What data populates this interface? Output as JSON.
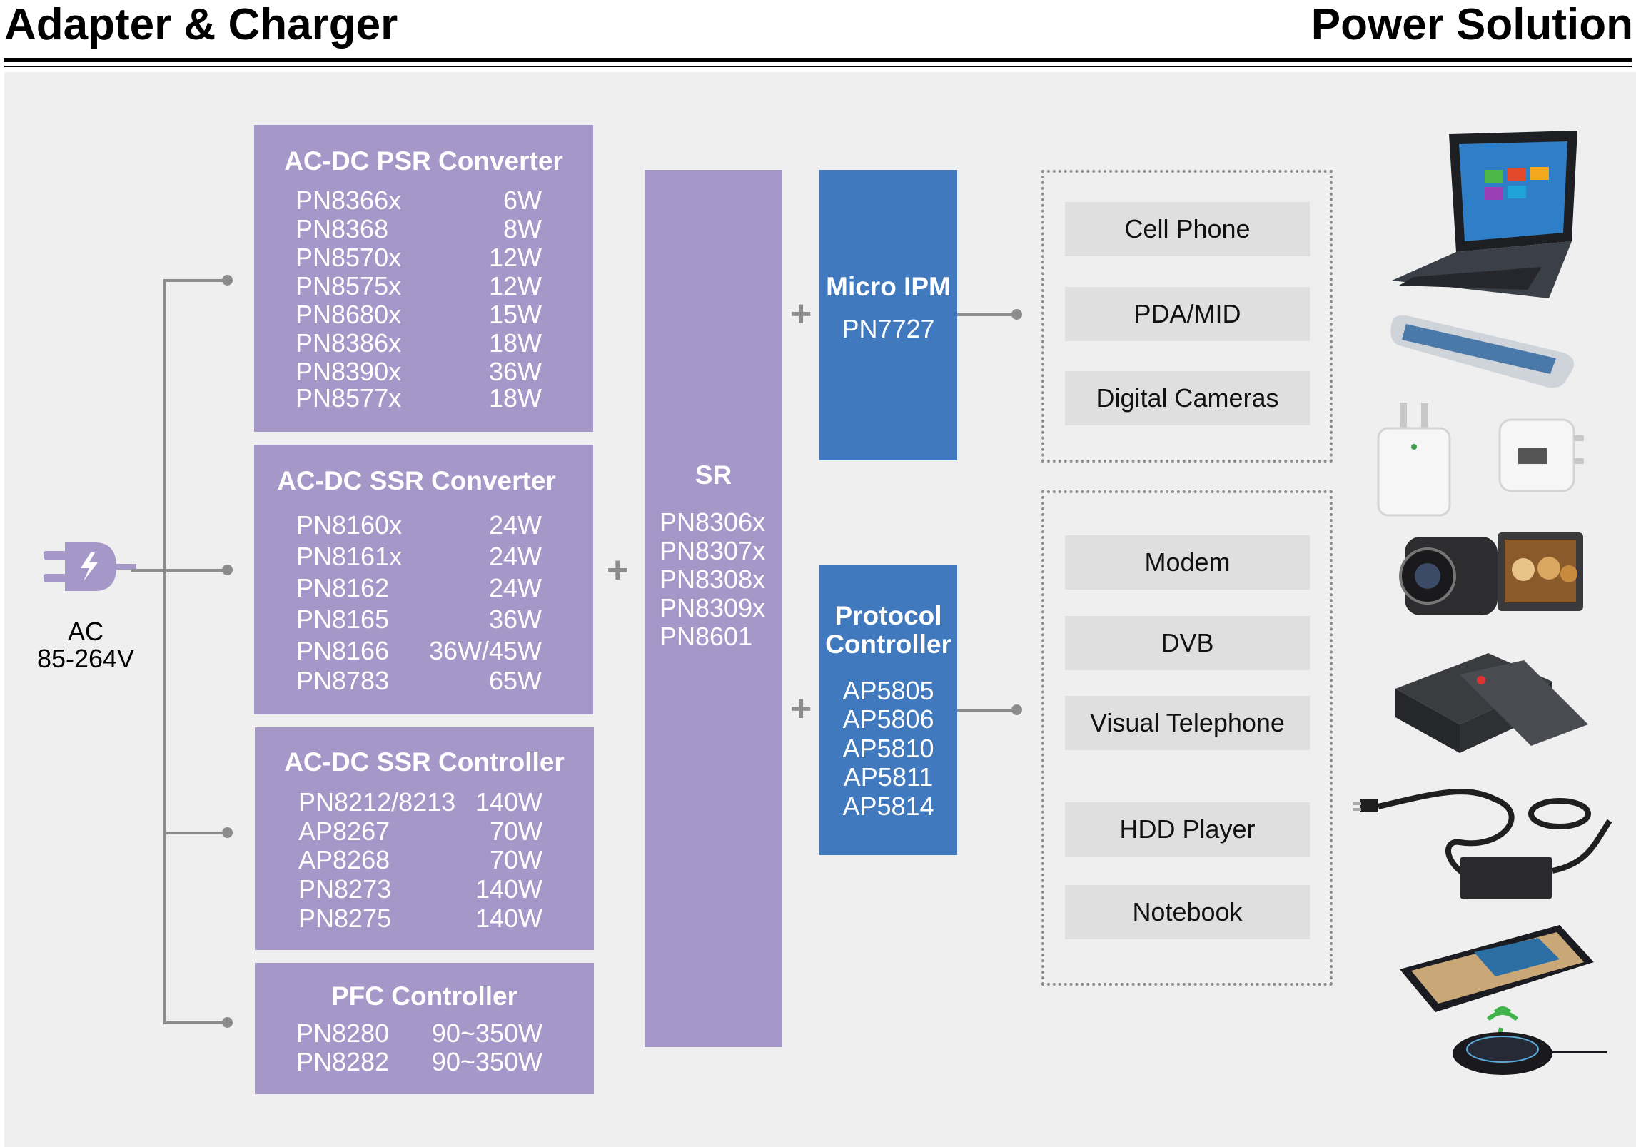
{
  "header": {
    "left_title": "Adapter & Charger",
    "right_title": "Power Solution"
  },
  "input": {
    "label": "AC",
    "range": "85-264V"
  },
  "psr": {
    "title": "AC-DC PSR Converter",
    "rows": [
      {
        "part": "PN8366x",
        "power": "6W"
      },
      {
        "part": "PN8368",
        "power": "8W"
      },
      {
        "part": "PN8570x",
        "power": "12W"
      },
      {
        "part": "PN8575x",
        "power": "12W"
      },
      {
        "part": "PN8680x",
        "power": "15W"
      },
      {
        "part": "PN8386x",
        "power": "18W"
      },
      {
        "part": "PN8390x",
        "power": "36W"
      },
      {
        "part": "PN8577x",
        "power": "18W"
      }
    ]
  },
  "ssr_conv": {
    "title": "AC-DC SSR Converter",
    "rows": [
      {
        "part": "PN8160x",
        "power": "24W"
      },
      {
        "part": "PN8161x",
        "power": "24W"
      },
      {
        "part": "PN8162",
        "power": "24W"
      },
      {
        "part": "PN8165",
        "power": "36W"
      },
      {
        "part": "PN8166",
        "power": "36W/45W"
      },
      {
        "part": "PN8783",
        "power": "65W"
      }
    ]
  },
  "ssr_ctrl": {
    "title": "AC-DC SSR Controller",
    "rows": [
      {
        "part": "PN8212/8213",
        "power": "140W"
      },
      {
        "part": "AP8267",
        "power": "70W"
      },
      {
        "part": "AP8268",
        "power": "70W"
      },
      {
        "part": "PN8273",
        "power": "140W"
      },
      {
        "part": "PN8275",
        "power": "140W"
      }
    ]
  },
  "pfc": {
    "title": "PFC Controller",
    "rows": [
      {
        "part": "PN8280",
        "power": "90~350W"
      },
      {
        "part": "PN8282",
        "power": "90~350W"
      }
    ]
  },
  "sr": {
    "title": "SR",
    "parts": [
      "PN8306x",
      "PN8307x",
      "PN8308x",
      "PN8309x",
      "PN8601"
    ]
  },
  "plus_sign": "+",
  "micro_ipm": {
    "title": "Micro IPM",
    "part": "PN7727"
  },
  "protocol": {
    "title_line1": "Protocol",
    "title_line2": "Controller",
    "parts": [
      "AP5805",
      "AP5806",
      "AP5810",
      "AP5811",
      "AP5814"
    ]
  },
  "apps_group1": [
    "Cell Phone",
    "PDA/MID",
    "Digital Cameras"
  ],
  "apps_group2": [
    "Modem",
    "DVB",
    "Visual Telephone",
    "HDD Player",
    "Notebook"
  ],
  "colors": {
    "purple_block": "#a597c8",
    "blue_block": "#4079bd",
    "connector": "#8c8c8c",
    "background": "#efefef"
  },
  "device_icons": [
    "tablet-laptop-icon",
    "smartphone-icon",
    "usb-charger-icon",
    "usb-adapter-icon",
    "camcorder-icon",
    "set-top-box-icon",
    "laptop-power-adapter-icon",
    "wireless-charging-phone-icon"
  ]
}
